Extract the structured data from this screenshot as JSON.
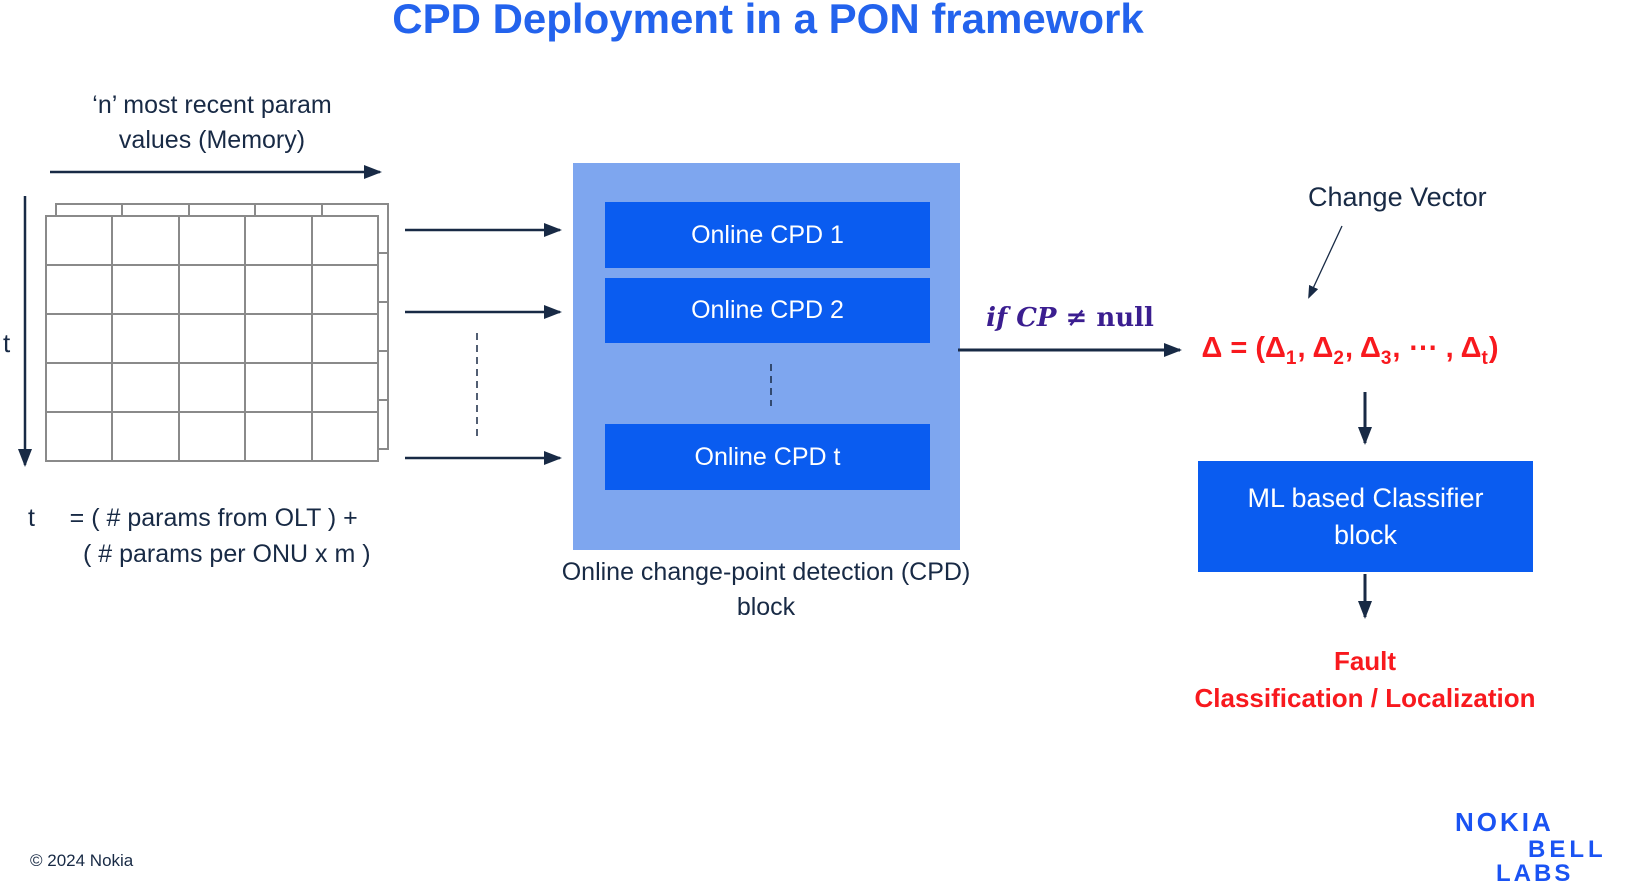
{
  "title": "CPD Deployment in a PON framework",
  "memory": {
    "label": "‘n’ most recent param values (Memory)",
    "t_axis_label": "t",
    "grid_rows": 5,
    "grid_cols": 5
  },
  "t_formula": {
    "line1": "t     = ( # params from OLT ) +",
    "line2": "( # params per ONU x m )"
  },
  "cpd": {
    "boxes": [
      "Online CPD 1",
      "Online CPD 2",
      "Online CPD t"
    ],
    "caption_line1": "Online change-point detection (CPD)",
    "caption_line2": "block"
  },
  "condition": {
    "italic_part": "if CP ",
    "rest_part": "≠ null"
  },
  "change_vector": {
    "label": "Change Vector",
    "formula_parts": [
      {
        "text": "Δ = (Δ"
      },
      {
        "sub": "1"
      },
      {
        "text": ", Δ"
      },
      {
        "sub": "2"
      },
      {
        "text": ", Δ"
      },
      {
        "sub": "3"
      },
      {
        "text": ", ⋯ , Δ"
      },
      {
        "sub": "t"
      },
      {
        "text": ")"
      }
    ]
  },
  "classifier": {
    "line1": "ML based Classifier",
    "line2": "block"
  },
  "fault": {
    "line1": "Fault",
    "line2": "Classification / Localization"
  },
  "footer": {
    "copyright": "© 2024 Nokia",
    "logo_line1": "NOKIA",
    "logo_line2": "BELL",
    "logo_line3": "LABS"
  },
  "colors": {
    "title_blue": "#2363ED",
    "navy": "#182A45",
    "light_blue": "#7EA6EF",
    "bright_blue": "#0A5CF0",
    "purple": "#3B1E90",
    "red": "#F8191E",
    "logo_blue": "#1A53F3",
    "grid_line": "#8A8A8A"
  }
}
